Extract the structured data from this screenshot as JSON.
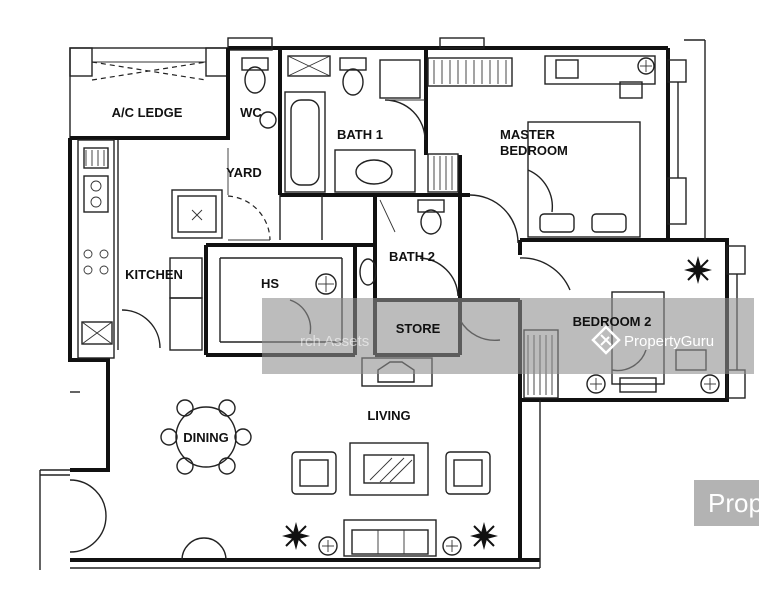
{
  "rooms": {
    "ac_ledge": "A/C LEDGE",
    "wc": "WC",
    "bath1": "BATH 1",
    "master_line1": "MASTER",
    "master_line2": "BEDROOM",
    "yard": "YARD",
    "bath2": "BATH 2",
    "kitchen": "KITCHEN",
    "hs": "HS",
    "store": "STORE",
    "bedroom2": "BEDROOM 2",
    "living": "LIVING",
    "dining": "DINING"
  },
  "watermark": {
    "text": "PropertyGuru",
    "faint_text": "rch Assets",
    "corner_text": "Prop",
    "color": "#9a9a9a"
  },
  "icons": {
    "watermark_logo": "propertyguru-logo-icon"
  }
}
